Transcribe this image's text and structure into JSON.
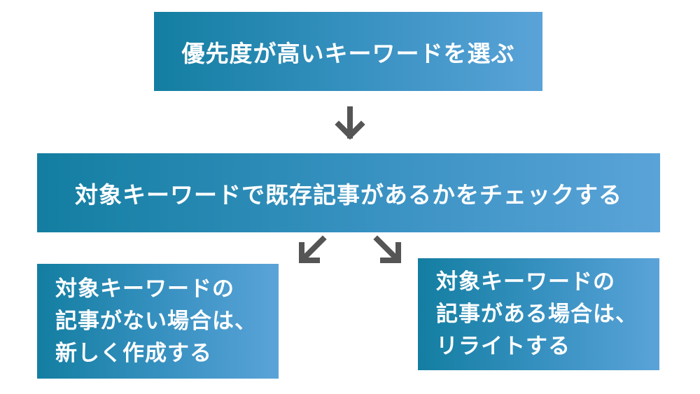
{
  "steps": {
    "top": "優先度が高いキーワードを選ぶ",
    "middle": "対象キーワードで既存記事があるかをチェックする",
    "left": {
      "line1": "対象キーワードの",
      "line2": "記事がない場合は、",
      "line3": "新しく作成する"
    },
    "right": {
      "line1": "対象キーワードの",
      "line2": "記事がある場合は、",
      "line3": "リライトする"
    }
  },
  "colors": {
    "box_gradient_start": "#137ea1",
    "box_gradient_end": "#5aa3d8",
    "arrow": "#555555",
    "text": "#ffffff"
  },
  "icons": {
    "down": "arrow-down-icon",
    "down_left": "arrow-down-left-icon",
    "down_right": "arrow-down-right-icon"
  }
}
